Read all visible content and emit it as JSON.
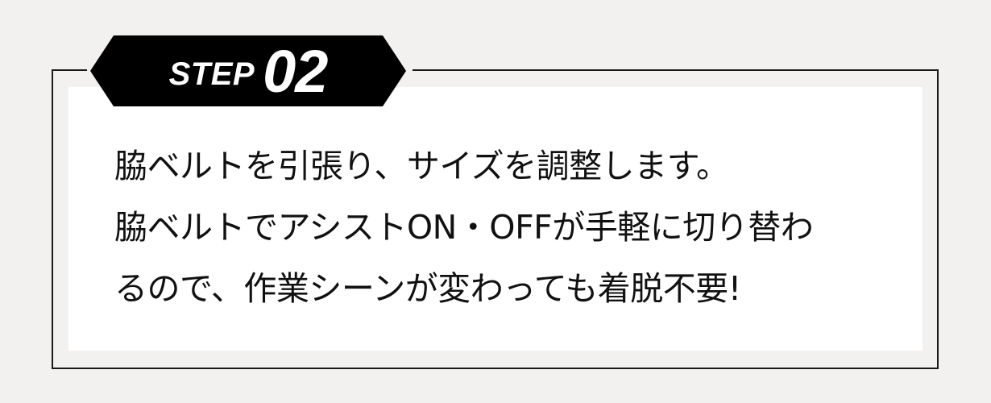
{
  "card": {
    "badge": {
      "label": "STEP",
      "number": "02"
    },
    "body_lines": [
      "脇ベルトを引張り、サイズを調整します。",
      "脇ベルトでアシストON・OFFが手軽に切り替わ",
      "るので、作業シーンが変わっても着脱不要!"
    ]
  },
  "colors": {
    "page_background": "#f2f1ef",
    "panel_background": "#ffffff",
    "badge_background": "#000000",
    "badge_text": "#ffffff",
    "frame_border": "#1a1a1a",
    "body_text": "#111111"
  }
}
